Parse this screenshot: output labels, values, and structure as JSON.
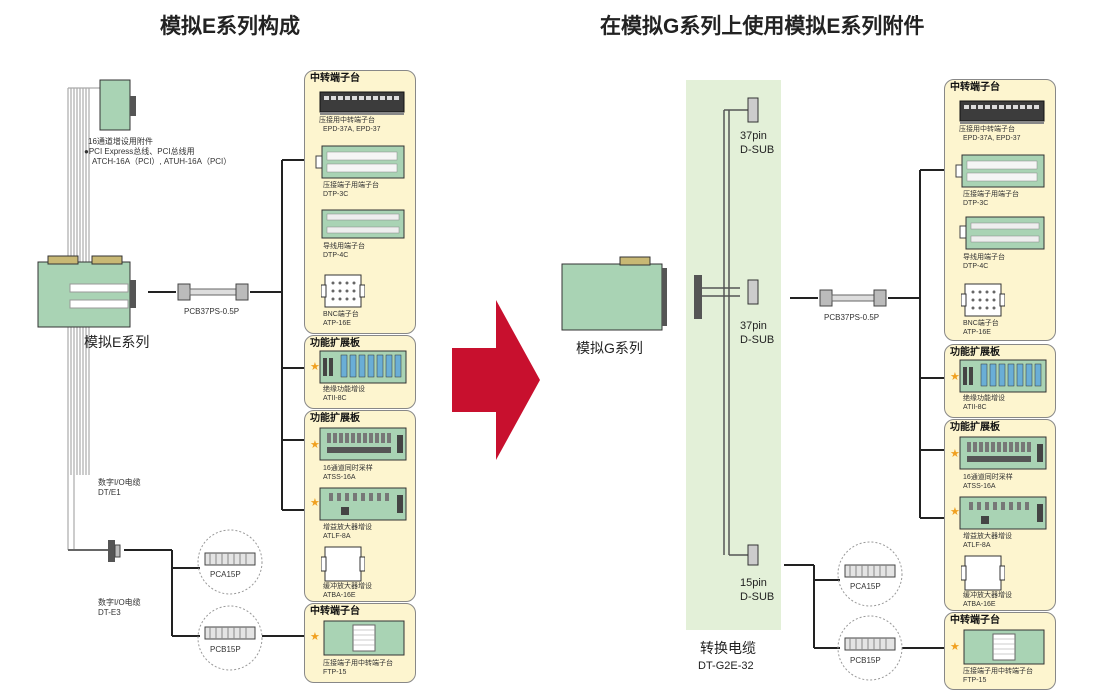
{
  "left": {
    "title": "模拟E系列构成",
    "main_label": "模拟E系列",
    "attach_title": "16通道增设用附件",
    "attach_line1": "●PCI Express总线、PCI总线用",
    "attach_line2": "ATCH-16A（PCI）, ATUH-16A（PCI）",
    "cable1_label": "PCB37PS-0.5P",
    "dio_cable_name": "数字I/O电缆",
    "dio_cable_model": "DT/E1",
    "dio_cable2_name": "数字I/O电缆",
    "dio_cable2_model": "DT-E3",
    "pca_label": "PCA15P",
    "pcb_label": "PCB15P",
    "groups": [
      {
        "header": "中转端子台",
        "items": [
          {
            "name": "压接用中转端子台",
            "model": "EPD-37A, EPD-37"
          },
          {
            "name": "压接端子用端子台",
            "model": "DTP-3C"
          },
          {
            "name": "导线用端子台",
            "model": "DTP-4C"
          },
          {
            "name": "BNC端子台",
            "model": "ATP-16E"
          }
        ]
      },
      {
        "header": "功能扩展板",
        "items": [
          {
            "name": "绝缘功能增设",
            "model": "ATII-8C"
          }
        ]
      },
      {
        "header": "功能扩展板",
        "items": [
          {
            "name": "16通道同时采样",
            "model": "ATSS-16A"
          },
          {
            "name": "增益放大器增设",
            "model": "ATLF-8A"
          },
          {
            "name": "缓冲放大器增设",
            "model": "ATBA-16E"
          }
        ]
      },
      {
        "header": "中转端子台",
        "items": [
          {
            "name": "压接端子用中转端子台",
            "model": "FTP-15"
          }
        ]
      }
    ]
  },
  "right": {
    "title": "在模拟G系列上使用模拟E系列附件",
    "main_label": "模拟G系列",
    "conn1": "37pin",
    "conn1_type": "D-SUB",
    "conn2": "37pin",
    "conn2_type": "D-SUB",
    "conn3": "15pin",
    "conn3_type": "D-SUB",
    "conv_cable_name": "转换电缆",
    "conv_cable_model": "DT-G2E-32",
    "cable1_label": "PCB37PS-0.5P",
    "pca_label": "PCA15P",
    "pcb_label": "PCB15P",
    "groups": [
      {
        "header": "中转端子台",
        "items": [
          {
            "name": "压接用中转端子台",
            "model": "EPD-37A, EPD-37"
          },
          {
            "name": "压接端子用端子台",
            "model": "DTP-3C"
          },
          {
            "name": "导线用端子台",
            "model": "DTP-4C"
          },
          {
            "name": "BNC端子台",
            "model": "ATP-16E"
          }
        ]
      },
      {
        "header": "功能扩展板",
        "items": [
          {
            "name": "绝缘功能增设",
            "model": "ATII-8C"
          }
        ]
      },
      {
        "header": "功能扩展板",
        "items": [
          {
            "name": "16通道同时采样",
            "model": "ATSS-16A"
          },
          {
            "name": "增益放大器增设",
            "model": "ATLF-8A"
          },
          {
            "name": "缓冲放大器增设",
            "model": "ATBA-16E"
          }
        ]
      },
      {
        "header": "中转端子台",
        "items": [
          {
            "name": "压接端子用中转端子台",
            "model": "FTP-15"
          }
        ]
      }
    ]
  },
  "colors": {
    "panel_fill": "#fdf5cf",
    "board_green": "#a9d3b4",
    "board_dark": "#5a6a64",
    "highlight_band": "#e3f0d8",
    "arrow_red": "#c8102e",
    "star": "#f0a020"
  }
}
